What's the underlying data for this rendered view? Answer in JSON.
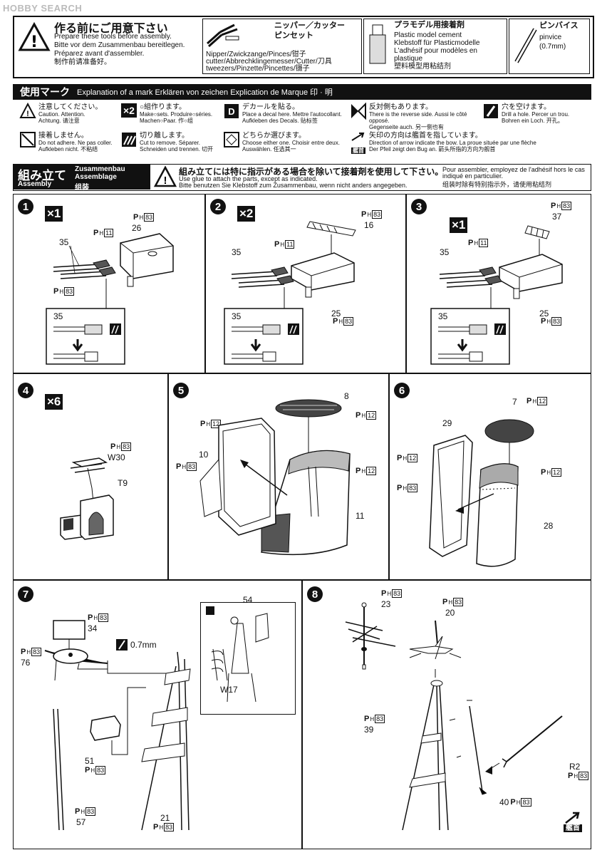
{
  "watermark": "HOBBY SEARCH",
  "tools_notice": {
    "title_jp": "作る前にご用意下さい",
    "lines": [
      "Prepare these tools before assembly.",
      "Bitte vor dem Zusammenbau bereitlegen.",
      "Préparez avant d'assembler.",
      "制作前请准备好。"
    ],
    "tool1_title": "ニッパー／カッター",
    "tool1_title2": "ピンセット",
    "tool1_lines": [
      "Nipper/Zwickzange/Pinces/钳子",
      "cutter/Abbrechklingemesser/Cutter/刀具",
      "tweezers/Pinzette/Pincettes/镊子"
    ],
    "tool2_title": "プラモデル用接着剤",
    "tool2_lines": [
      "Plastic model cement",
      "Klebstoff für Plasticmodelle",
      "L'adhésif pour modèles en",
      "plastique",
      "塑料模型用粘结剂"
    ],
    "tool3_title": "ピンバイス",
    "tool3_lines": [
      "pinvice",
      "(0.7mm)"
    ]
  },
  "marks_header": {
    "jp": "使用マーク",
    "text": "Explanation of a mark  Erklären von zeichen  Explication de Marque  印 · 明"
  },
  "marks": [
    {
      "jp": "注意してください。",
      "lines": [
        "Caution.           Attention.",
        "Achtung.           请注意"
      ]
    },
    {
      "jp": "○組作ります。",
      "lines": [
        "Make○sets.   Produire○séries.",
        "Machen○Paar. 作○组"
      ]
    },
    {
      "jp": "デカールを貼る。",
      "lines": [
        "Place a decal here.  Mettre l'autocollant.",
        "Aufkleben des Decals. 贴标签"
      ]
    },
    {
      "jp": "反対側もあります。",
      "lines": [
        "There is the reverse side.  Aussi le côté opposé.",
        "Gegenseite auch.           另一侧也有"
      ]
    },
    {
      "jp": "穴を空けます。",
      "lines": [
        "Drill a hole.     Percer un trou.",
        "Bohren ein Loch.  开孔。"
      ]
    },
    {
      "jp": "接着しません。",
      "lines": [
        "Do not adhere.    Ne pas coller.",
        "Aufkleben nicht. 不粘结"
      ]
    },
    {
      "jp": "切り離します。",
      "lines": [
        "Cut to remove.  Séparer.",
        "Schneiden und trennen. 切开"
      ]
    },
    {
      "jp": "どちらか選びます。",
      "lines": [
        "Choose either one.  Choisir entre deux.",
        "Auswählen.          任选其一"
      ]
    },
    {
      "jp": "矢印の方向は艦首を指しています。",
      "lines": [
        "Direction of arrow indicate the bow.  La proue située par une flèche",
        "Der Pfeil zeigt den Bug an.         箭头所指的方向为舰首"
      ]
    }
  ],
  "bow_label": "艦首",
  "assembly_header": {
    "jp": "組み立て",
    "en": "Assembly",
    "de": "Zusammenbau",
    "fr": "Assemblage",
    "cn": "组装",
    "note_jp": "組み立てには特に指示がある場合を除いて接着剤を使用して下さい。",
    "note_en": "Use glue to attach the parts, except as indicated.",
    "note_de": "Bitte benutzen Sie Klebstoff zum Zusammenbau, wenn nicht anders angegeben.",
    "note_fr": "Pour assembler, employez de l'adhésif hors le cas indiqué en particulier.",
    "note_cn": "组装时除有特别指示外，请使用粘结剂"
  },
  "steps": [
    {
      "num": "1",
      "mult": "×1",
      "parts": [
        "26",
        "35",
        "35"
      ],
      "ph": [
        "83",
        "11",
        "83"
      ]
    },
    {
      "num": "2",
      "mult": "×2",
      "parts": [
        "16",
        "35",
        "25",
        "35"
      ],
      "ph": [
        "83",
        "11",
        "83"
      ]
    },
    {
      "num": "3",
      "mult": "×1",
      "parts": [
        "37",
        "35",
        "25",
        "35"
      ],
      "ph": [
        "83",
        "11",
        "83"
      ]
    },
    {
      "num": "4",
      "mult": "×6",
      "parts": [
        "W30",
        "T9"
      ],
      "ph": [
        "83"
      ]
    },
    {
      "num": "5",
      "parts": [
        "8",
        "10",
        "11"
      ],
      "ph": [
        "12",
        "12",
        "83",
        "12"
      ]
    },
    {
      "num": "6",
      "parts": [
        "7",
        "29",
        "28"
      ],
      "ph": [
        "12",
        "12",
        "83",
        "12"
      ]
    },
    {
      "num": "7",
      "parts": [
        "34",
        "76",
        "54",
        "W17",
        "51",
        "57",
        "21"
      ],
      "ph": [
        "83",
        "83",
        "83",
        "83",
        "83"
      ],
      "drill": "0.7mm"
    },
    {
      "num": "8",
      "parts": [
        "23",
        "20",
        "39",
        "R2",
        "40"
      ],
      "ph": [
        "83",
        "83",
        "83",
        "83",
        "83"
      ]
    }
  ],
  "ph_prefix": "P",
  "ph_sub": "H",
  "colors": {
    "ink": "#111111",
    "paper": "#ffffff",
    "grey": "#888888"
  }
}
